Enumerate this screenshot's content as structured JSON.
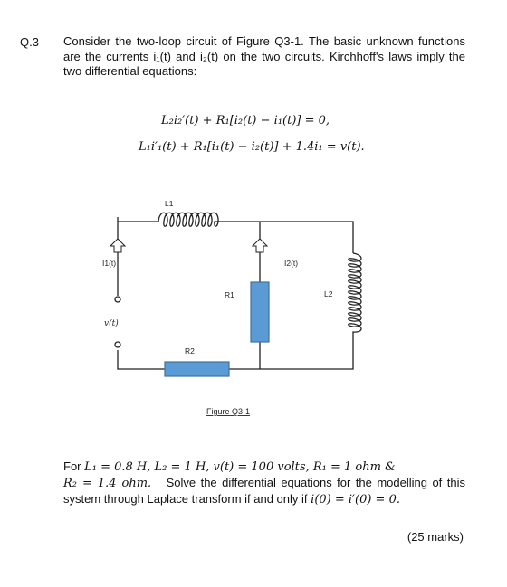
{
  "question": {
    "number": "Q.3",
    "intro": "Consider the two-loop circuit of Figure Q3-1. The basic unknown functions are the currents i₁(t) and i₂(t) on the two circuits. Kirchhoff's laws imply the two differential equations:",
    "equation_1": "L₂i₂′(t) + R₁[i₂(t) − i₁(t)] = 0,",
    "equation_2": "L₁i′₁(t) + R₁[i₁(t) − i₂(t)] + 1.4i₁ = v(t).",
    "given_values": "L₁ = 0.8 H, L₂ = 1 H, v(t) = 100 volts, R₁ = 1 ohm &",
    "given_values_2": "R₂ = 1.4 ohm.",
    "task_prefix": "For",
    "task": "Solve the differential equations for the modelling of this system through Laplace transform if and only if",
    "initial_conditions": "i(0) = i′(0) = 0.",
    "marks": "(25 marks)"
  },
  "figure": {
    "caption": "Figure Q3-1",
    "labels": {
      "L1": "L1",
      "L2": "L2",
      "R1": "R1",
      "R2": "R2",
      "I1": "I1(t)",
      "I2": "I2(t)",
      "v": "v(t)"
    },
    "colors": {
      "resistor_fill": "#5b9bd5",
      "resistor_stroke": "#41719c",
      "wire": "#222222"
    }
  }
}
